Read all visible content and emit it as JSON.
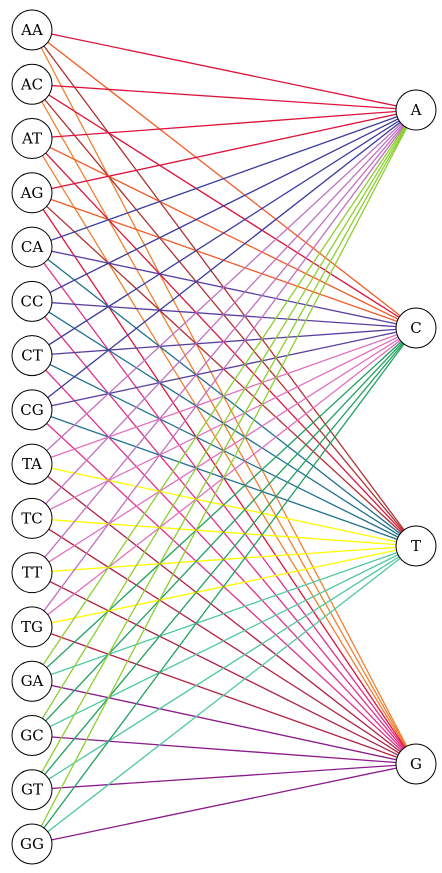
{
  "diagram": {
    "left_nodes": [
      "AA",
      "AC",
      "AT",
      "AG",
      "CA",
      "CC",
      "CT",
      "CG",
      "TA",
      "TC",
      "TT",
      "TG",
      "GA",
      "GC",
      "GT",
      "GG"
    ],
    "right_nodes": [
      "A",
      "C",
      "T",
      "G"
    ],
    "edge_colors": {
      "AA": "#dc143c",
      "AC": "#dc143c",
      "AT": "#dc143c",
      "AG": "#dc143c",
      "CA": "#2f2f8f",
      "CC": "#5b3fa0",
      "CT": "#5b3fa0",
      "CG": "#2f2f8f",
      "TA": "#ffff00",
      "TC": "#ffff00",
      "TT": "#ffff00",
      "TG": "#ffff00",
      "GA": "#8b1a8b",
      "GC": "#8b1a8b",
      "GT": "#8b1a8b",
      "GG": "#8b1a8b"
    },
    "colors": {
      "to_C_from_A": "#f05a28",
      "to_C_from_C": "#e070c0",
      "to_C_from_T": "#e070c0",
      "to_C_from_G": "#20a060",
      "to_A_from_T": "#c070c0",
      "to_A_from_G": "#8ccf30",
      "to_A_from_C": "#3a3a9a",
      "to_T_from_A": "#b03030",
      "to_T_from_C": "#1f6f8f",
      "to_T_from_G": "#50c8a0",
      "to_G_from_A": "#f08030",
      "to_G_from_C": "#e0308a",
      "to_G_from_T": "#b02040"
    }
  }
}
